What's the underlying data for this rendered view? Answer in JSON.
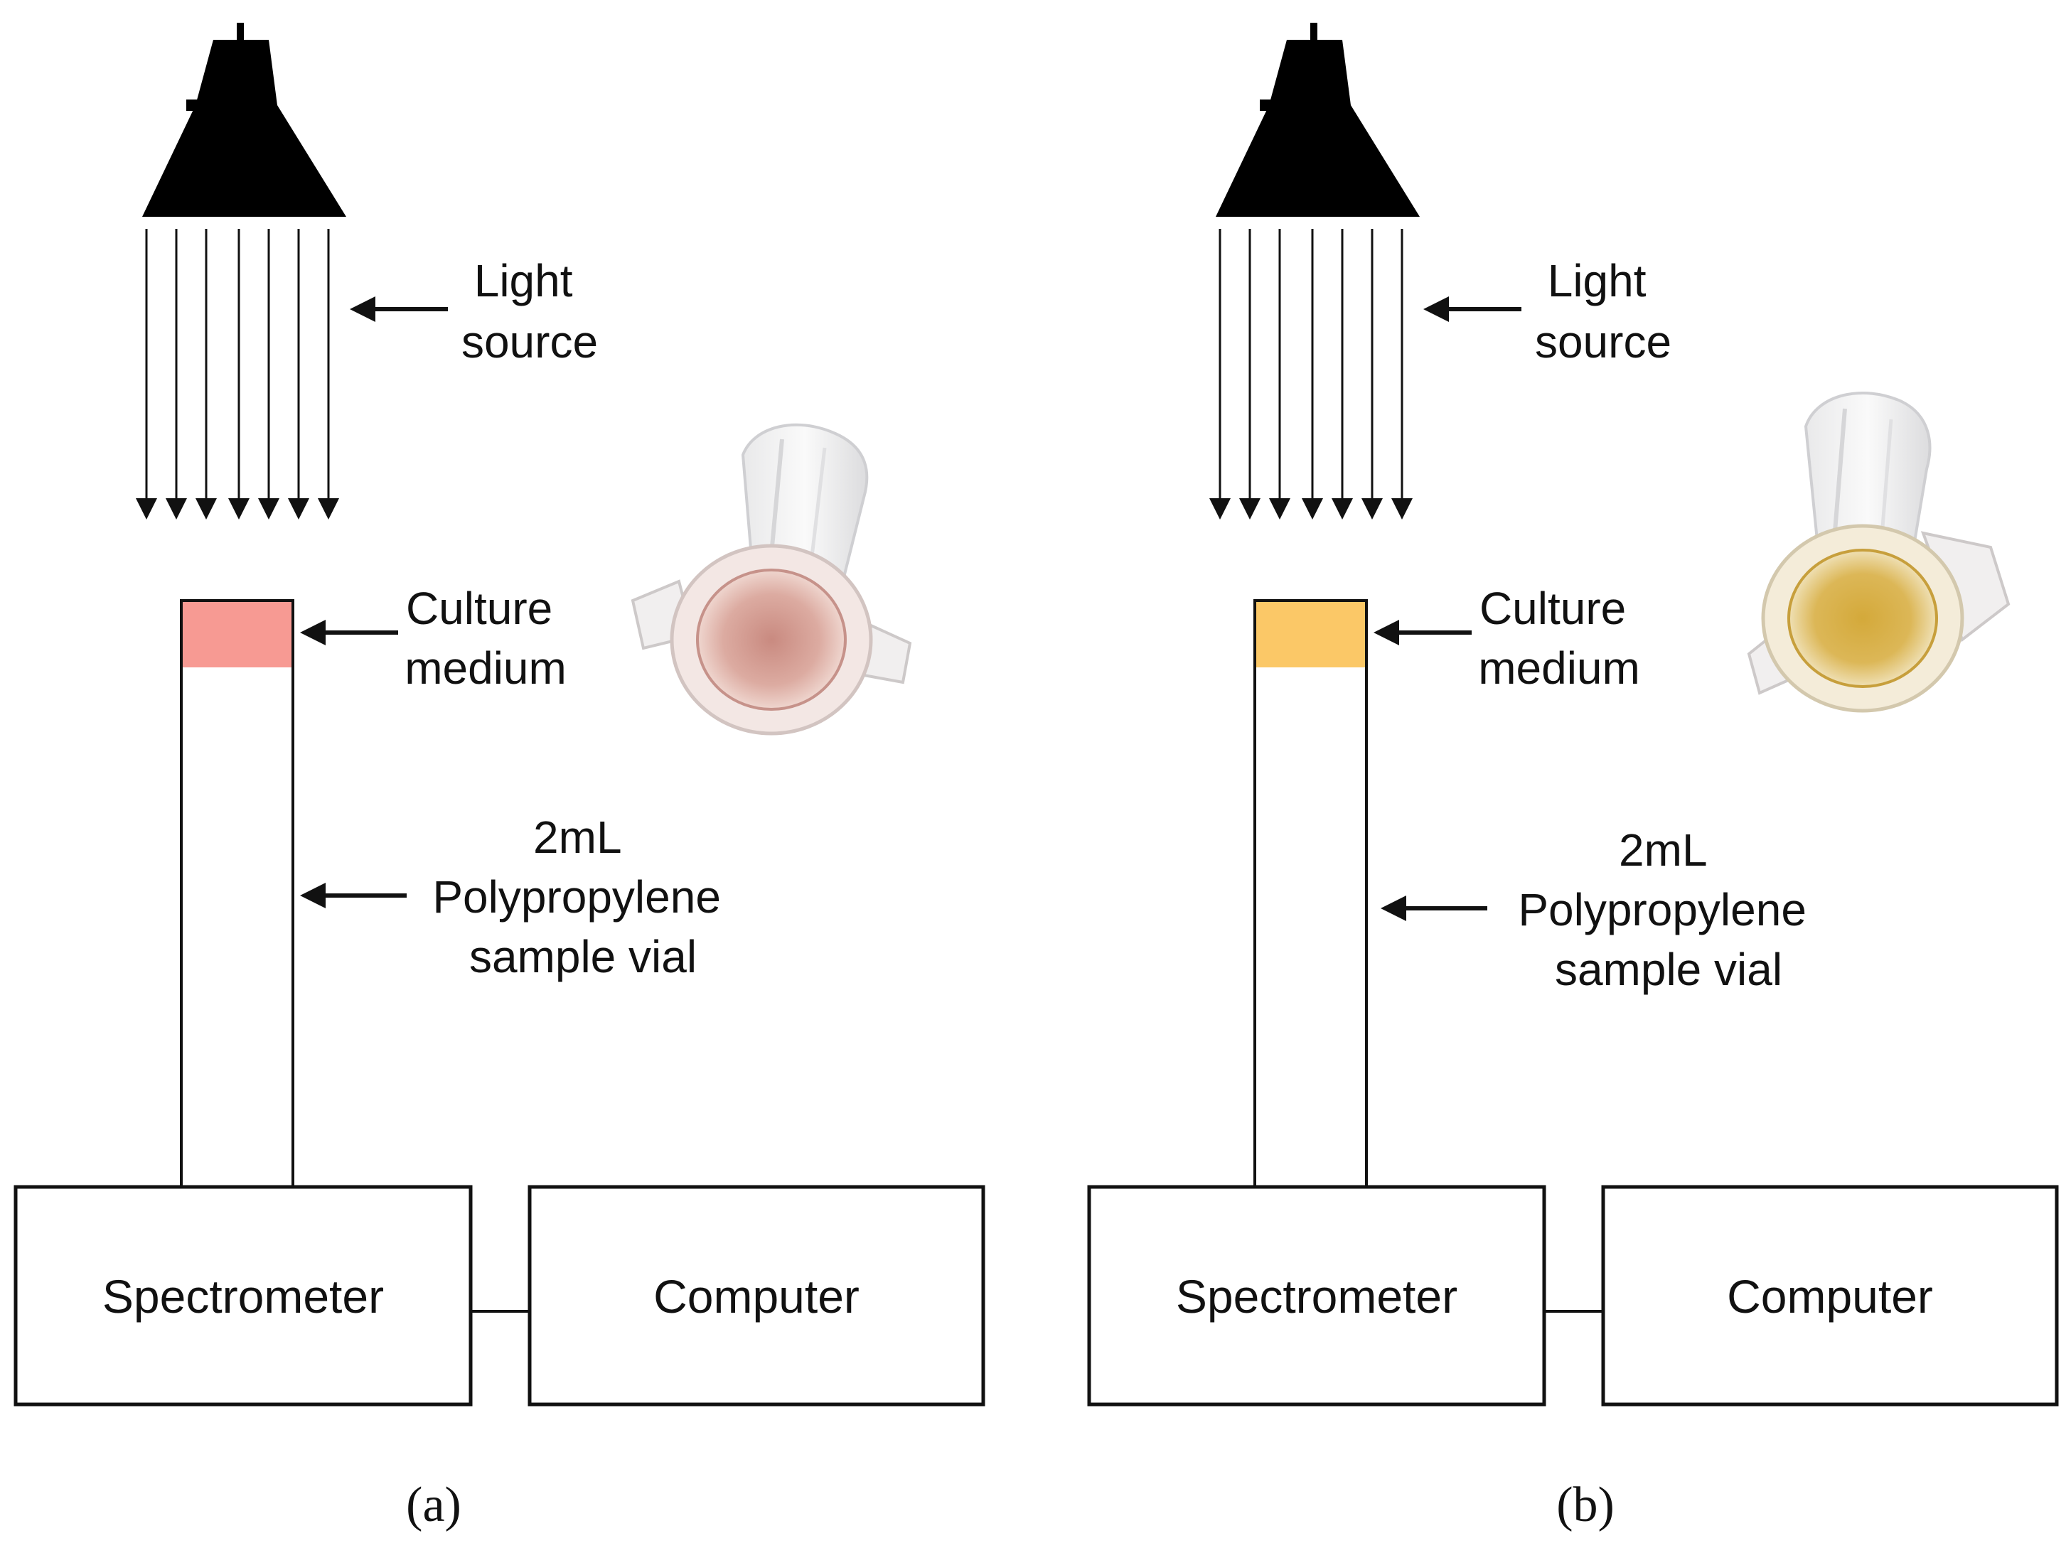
{
  "panels": [
    {
      "id": "a",
      "caption": "(a)",
      "light_label": [
        "Light",
        "source"
      ],
      "medium_label": [
        "Culture",
        "medium"
      ],
      "vial_label": [
        "2mL",
        "Polypropylene",
        "sample vial"
      ],
      "spectrometer_label": "Spectrometer",
      "computer_label": "Computer",
      "medium_color": "#f79a93",
      "vial_photo_tint": "#d8a49a"
    },
    {
      "id": "b",
      "caption": "(b)",
      "light_label": [
        "Light",
        "source"
      ],
      "medium_label": [
        "Culture",
        "medium"
      ],
      "vial_label": [
        "2mL",
        "Polypropylene",
        "sample vial"
      ],
      "spectrometer_label": "Spectrometer",
      "computer_label": "Computer",
      "medium_color": "#fbc867",
      "vial_photo_tint": "#d7b04a"
    }
  ]
}
